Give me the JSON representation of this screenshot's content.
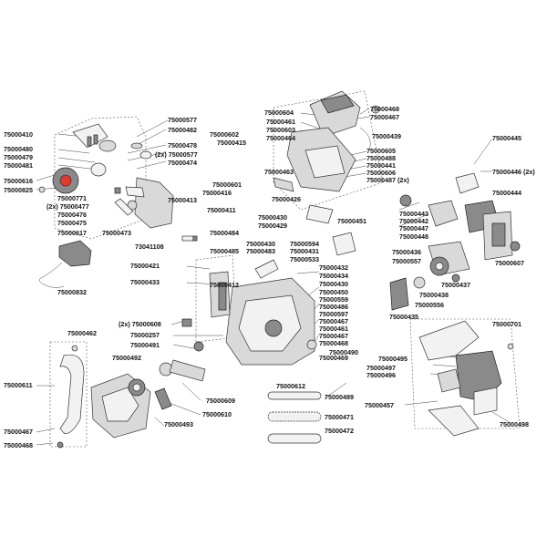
{
  "labels": [
    "75000468",
    "75000467",
    "75000604",
    "75000461",
    "75000603",
    "75000464",
    "75000439",
    "75000605",
    "75000488",
    "75000441",
    "75000606",
    "75000463",
    "75000487",
    "(2x)",
    "75000445",
    "75000446",
    "75000444",
    "75000602",
    "75000415",
    "75000416",
    "75000601",
    "75000426",
    "75000411",
    "75000430",
    "75000429",
    "75000451",
    "75000443",
    "75000442",
    "75000447",
    "75000448",
    "75000410",
    "75000577",
    "75000482",
    "75000480",
    "75000478",
    "75000577",
    "75000479",
    "75000481",
    "75000474",
    "75000616",
    "75000825",
    "75000771",
    "75000477",
    "75000476",
    "75000475",
    "75000413",
    "75000473",
    "73041108",
    "75000617",
    "75000832",
    "75000484",
    "75000430",
    "75000485",
    "75000483",
    "75000594",
    "75000431",
    "75000533",
    "75000436",
    "75000557",
    "75000607",
    "75000421",
    "75000433",
    "75000412",
    "75000432",
    "75000434",
    "75000430",
    "75000450",
    "75000559",
    "75000486",
    "75000597",
    "75000467",
    "75000461",
    "75000467",
    "75000468",
    "75000469",
    "75000437",
    "75000438",
    "75000556",
    "75000435",
    "75000608",
    "75000257",
    "75000491",
    "75000492",
    "75000490",
    "75000495",
    "75000497",
    "75000496",
    "75000701",
    "75000462",
    "75000611",
    "75000609",
    "75000610",
    "75000493",
    "75000612",
    "75000489",
    "75000471",
    "75000472",
    "75000457",
    "75000498",
    "75000467",
    "75000468"
  ]
}
